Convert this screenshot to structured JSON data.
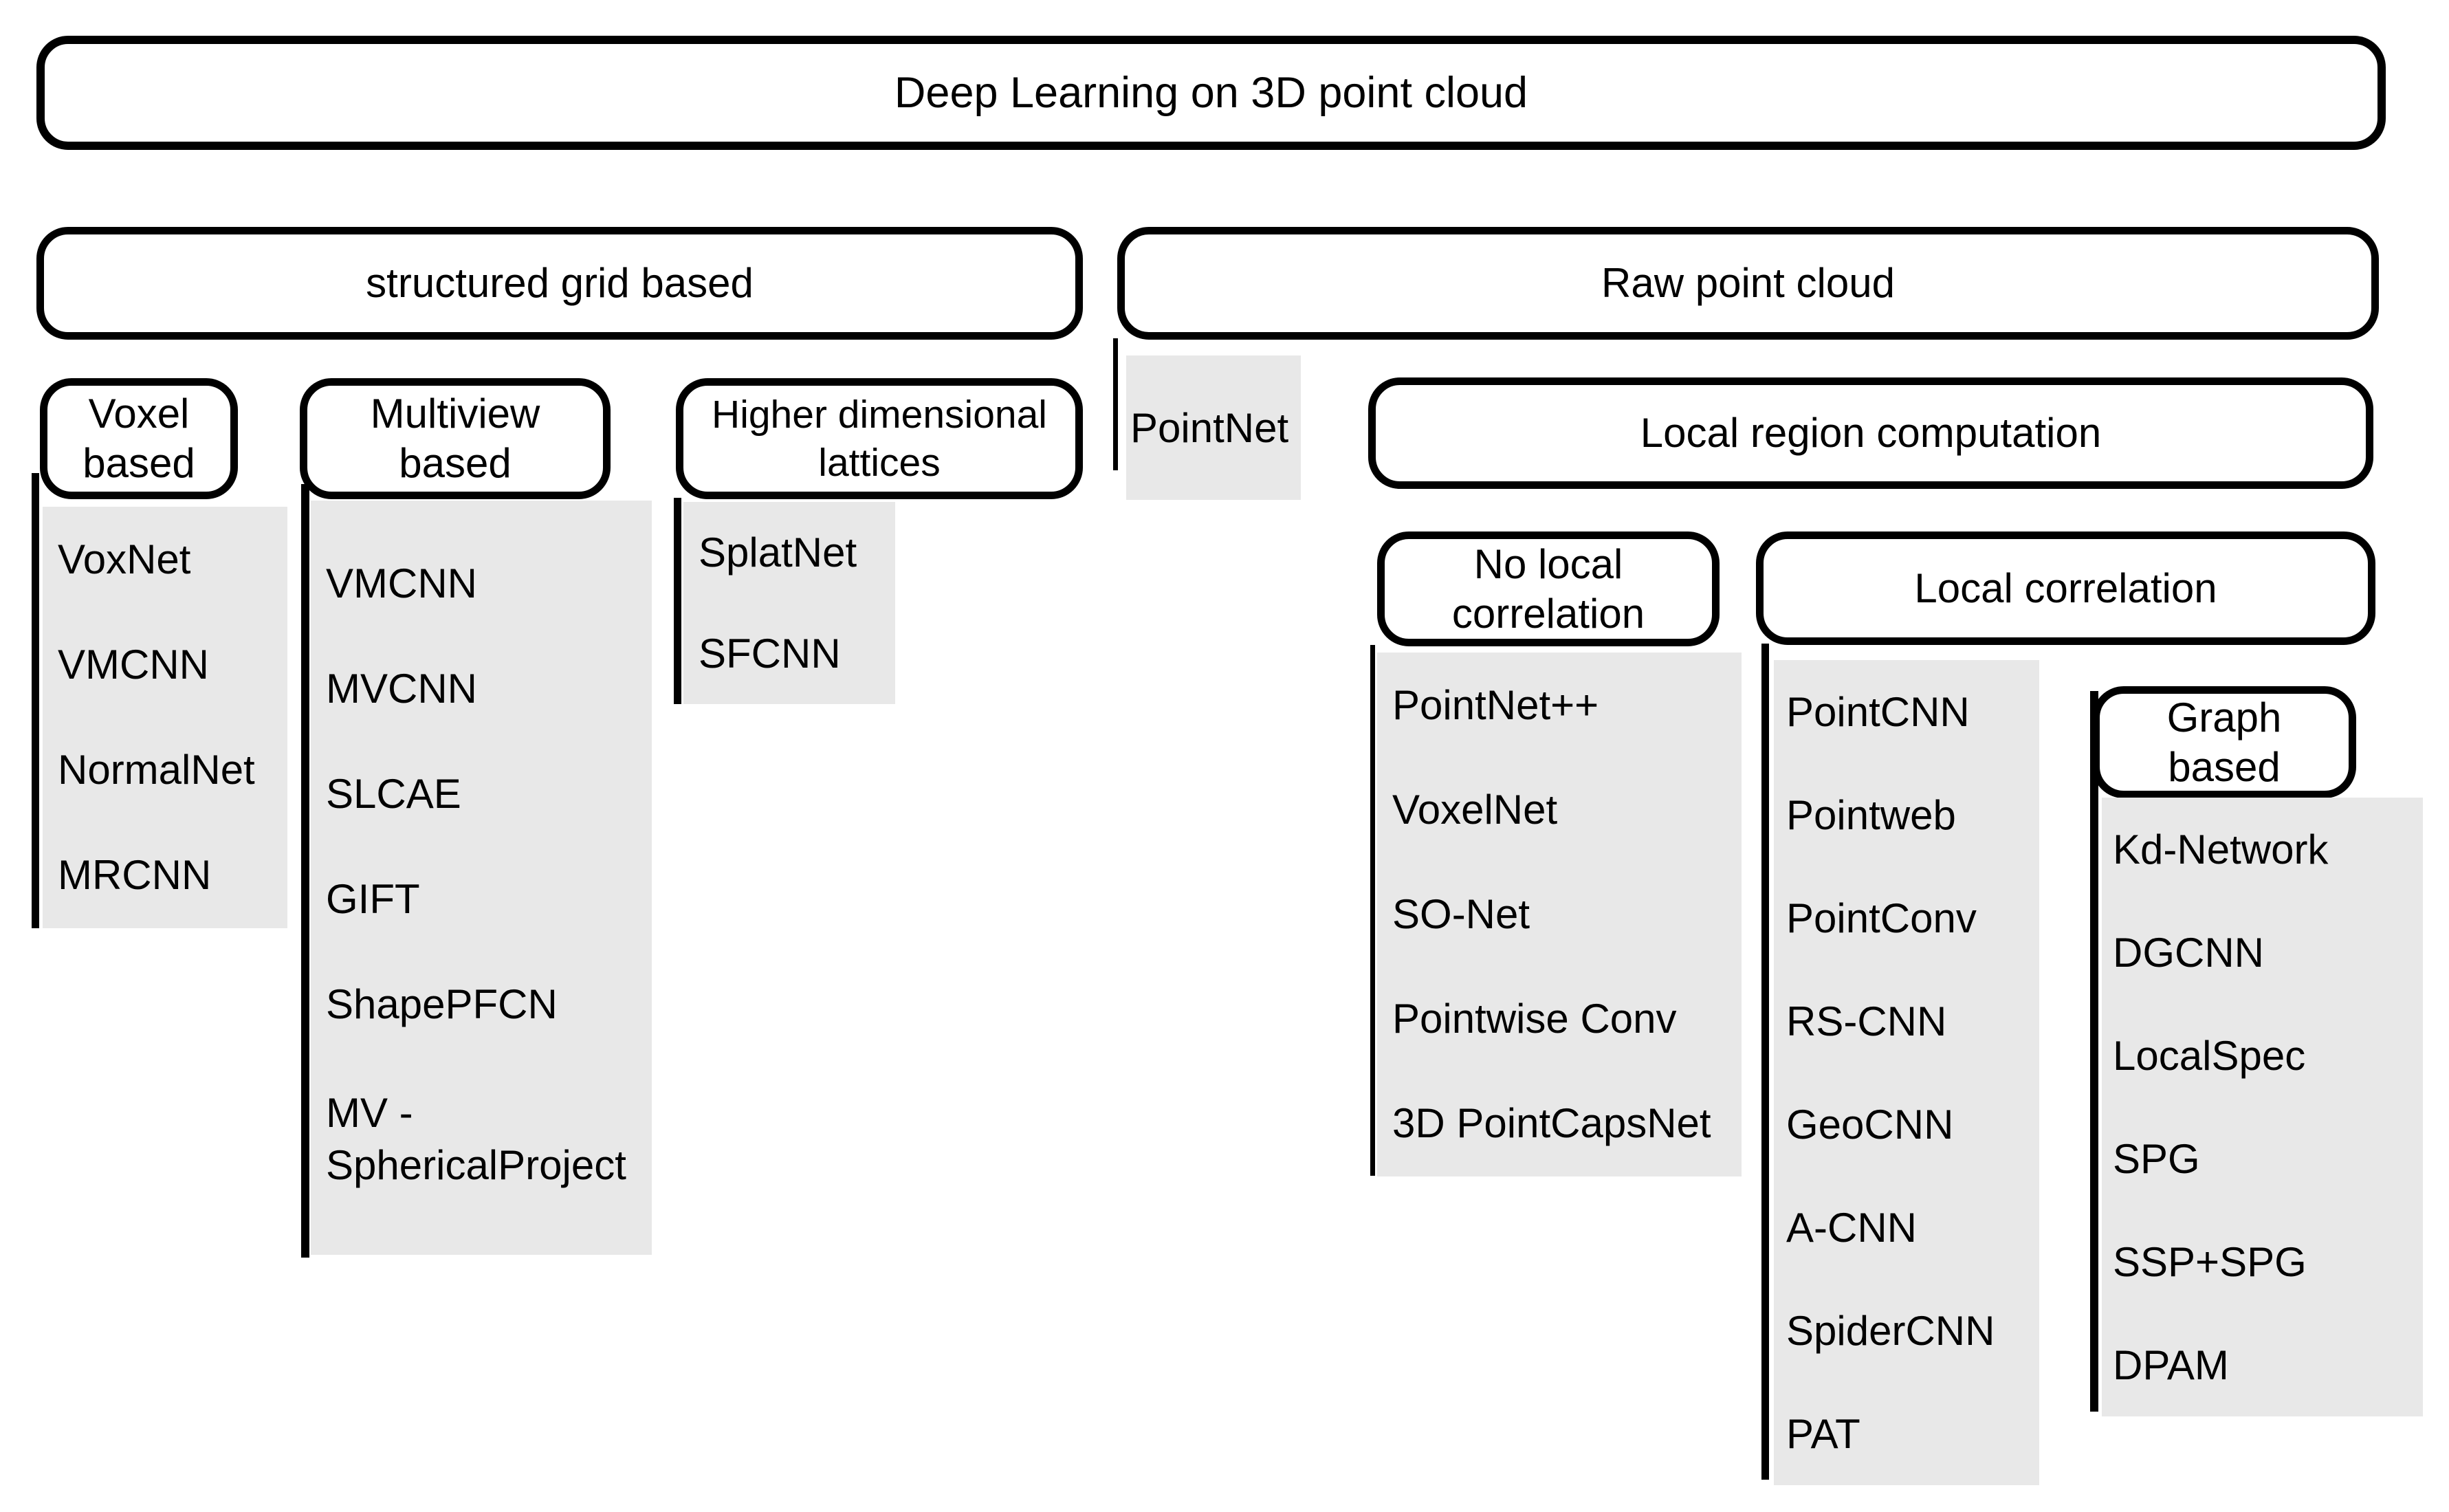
{
  "diagram": {
    "root": {
      "label": "Deep Learning on 3D point cloud"
    },
    "structured_grid": {
      "label": "structured grid based",
      "voxel": {
        "label": "Voxel based",
        "items": [
          "VoxNet",
          "VMCNN",
          "NormalNet",
          "MRCNN"
        ]
      },
      "multiview": {
        "label": "Multiview based",
        "items": [
          "VMCNN",
          "MVCNN",
          "SLCAE",
          "GIFT",
          "ShapePFCN",
          "MV - SphericalProject"
        ]
      },
      "lattices": {
        "label": "Higher dimensional lattices",
        "items": [
          "SplatNet",
          "SFCNN"
        ]
      }
    },
    "raw_point_cloud": {
      "label": "Raw point cloud",
      "pointnet": {
        "label": "PointNet"
      },
      "local_region": {
        "label": "Local region computation",
        "no_local_correlation": {
          "label": "No local correlation",
          "items": [
            "PointNet++",
            "VoxelNet",
            "SO-Net",
            "Pointwise Conv",
            "3D PointCapsNet"
          ]
        },
        "local_correlation": {
          "label": "Local correlation",
          "items": [
            "PointCNN",
            "Pointweb",
            "PointConv",
            "RS-CNN",
            "GeoCNN",
            "A-CNN",
            "SpiderCNN",
            "PAT"
          ]
        },
        "graph_based": {
          "label": "Graph based",
          "items": [
            "Kd-Network",
            "DGCNN",
            "LocalSpec",
            "SPG",
            "SSP+SPG",
            "DPAM"
          ]
        }
      }
    },
    "colors": {
      "list_background": "#e8e8e8",
      "line_color": "#000000",
      "page_background": "#ffffff"
    }
  }
}
